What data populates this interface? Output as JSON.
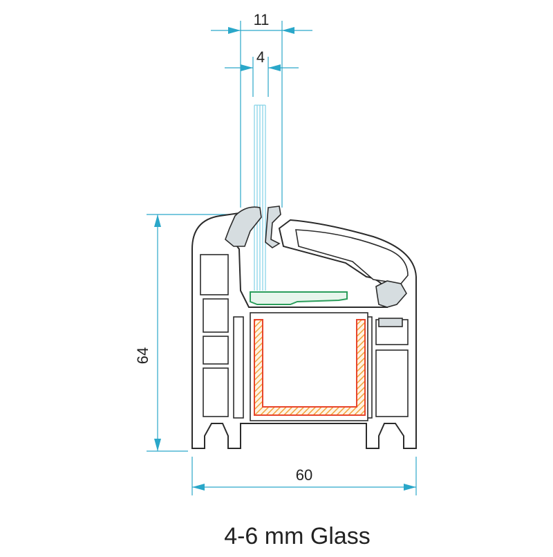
{
  "dimensions": {
    "top_width": "11",
    "glass_thickness": "4",
    "height": "64",
    "width": "60"
  },
  "caption": "4-6 mm Glass",
  "colors": {
    "dimension_line": "#2aa7c9",
    "profile_outline": "#2b2b2b",
    "glass_line": "#7fd0e6",
    "spacer": "#2a9d5b",
    "steel_reinforcement": "#e8452c",
    "steel_hatch": "#f2a33a"
  }
}
